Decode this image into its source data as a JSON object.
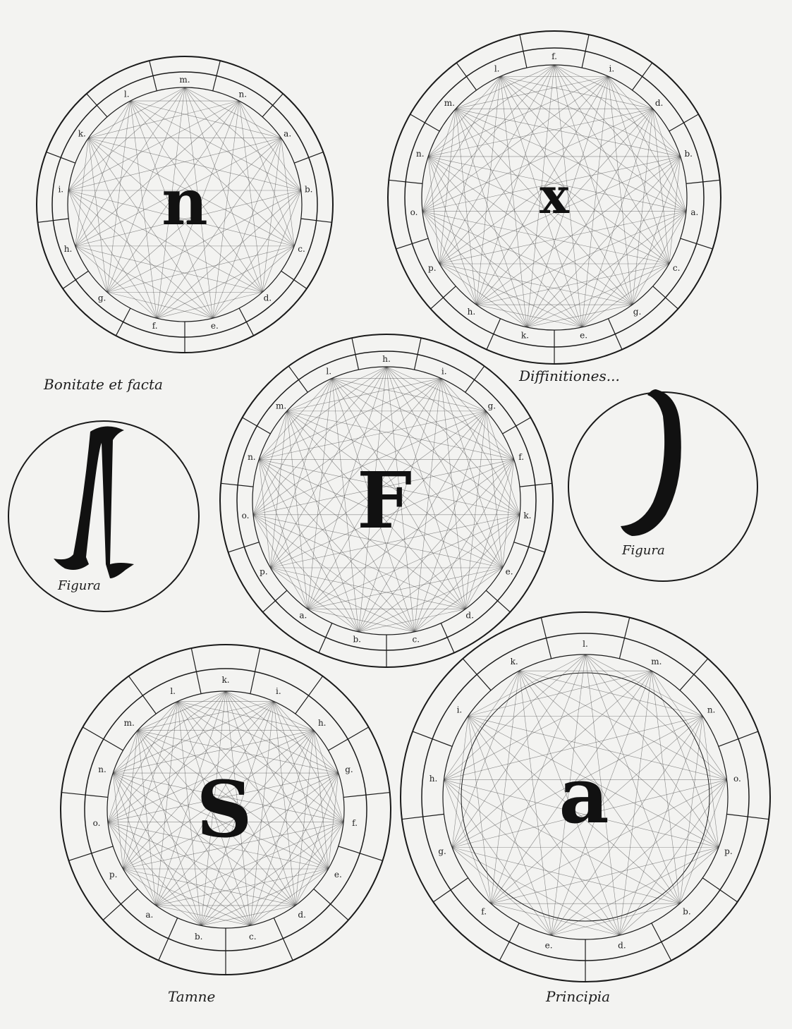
{
  "wheels": [
    {
      "id": "top-left",
      "letters": [
        "m.",
        "n.",
        "a.",
        "b.",
        "c.",
        "d.",
        "e.",
        "f.",
        "g.",
        "h.",
        "i.",
        "k.",
        "l."
      ],
      "center_glyph": "n",
      "caption": "Bonitate et facta"
    },
    {
      "id": "top-right",
      "letters": [
        "f.",
        "i.",
        "d.",
        "b.",
        "a.",
        "c.",
        "g.",
        "e.",
        "k.",
        "h.",
        "p.",
        "o.",
        "n.",
        "m.",
        "l."
      ],
      "center_glyph": "x",
      "caption": "Diffinitiones..."
    },
    {
      "id": "middle",
      "letters": [
        "h.",
        "i.",
        "g.",
        "f.",
        "k.",
        "e.",
        "d.",
        "c.",
        "b.",
        "a.",
        "p.",
        "o.",
        "n.",
        "m.",
        "l."
      ],
      "center_glyph": "F",
      "caption": ""
    },
    {
      "id": "bottom-left",
      "letters": [
        "k.",
        "i.",
        "h.",
        "g.",
        "f.",
        "e.",
        "d.",
        "c.",
        "b.",
        "a.",
        "p.",
        "o.",
        "n.",
        "m.",
        "l."
      ],
      "center_glyph": "S",
      "caption": "Tamne"
    },
    {
      "id": "bottom-right",
      "letters": [
        "l.",
        "m.",
        "n.",
        "o.",
        "p.",
        "b.",
        "d.",
        "e.",
        "f.",
        "g.",
        "h.",
        "i.",
        "k."
      ],
      "center_glyph": "a",
      "caption": "Principia"
    }
  ],
  "medallions": [
    {
      "id": "left",
      "caption": "Figura"
    },
    {
      "id": "right",
      "caption": "Figura"
    }
  ],
  "colors": {
    "ink": "#1a1a1a",
    "paper": "#f3f3f1",
    "faint_ink": "#555555"
  }
}
